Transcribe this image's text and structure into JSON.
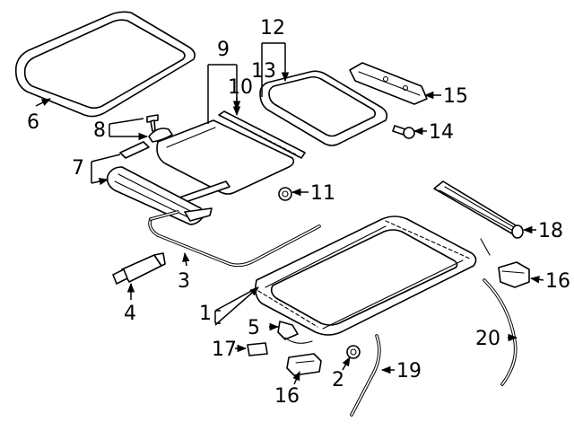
{
  "diagram": {
    "callouts": [
      {
        "id": "c1",
        "text": "1"
      },
      {
        "id": "c2",
        "text": "2"
      },
      {
        "id": "c3",
        "text": "3"
      },
      {
        "id": "c4",
        "text": "4"
      },
      {
        "id": "c5",
        "text": "5"
      },
      {
        "id": "c6",
        "text": "6"
      },
      {
        "id": "c7",
        "text": "7"
      },
      {
        "id": "c8",
        "text": "8"
      },
      {
        "id": "c9",
        "text": "9"
      },
      {
        "id": "c10",
        "text": "10"
      },
      {
        "id": "c11",
        "text": "11"
      },
      {
        "id": "c12",
        "text": "12"
      },
      {
        "id": "c13",
        "text": "13"
      },
      {
        "id": "c14",
        "text": "14"
      },
      {
        "id": "c15",
        "text": "15"
      },
      {
        "id": "c16a",
        "text": "16"
      },
      {
        "id": "c16b",
        "text": "16"
      },
      {
        "id": "c17",
        "text": "17"
      },
      {
        "id": "c18",
        "text": "18"
      },
      {
        "id": "c19",
        "text": "19"
      },
      {
        "id": "c20",
        "text": "20"
      }
    ]
  }
}
